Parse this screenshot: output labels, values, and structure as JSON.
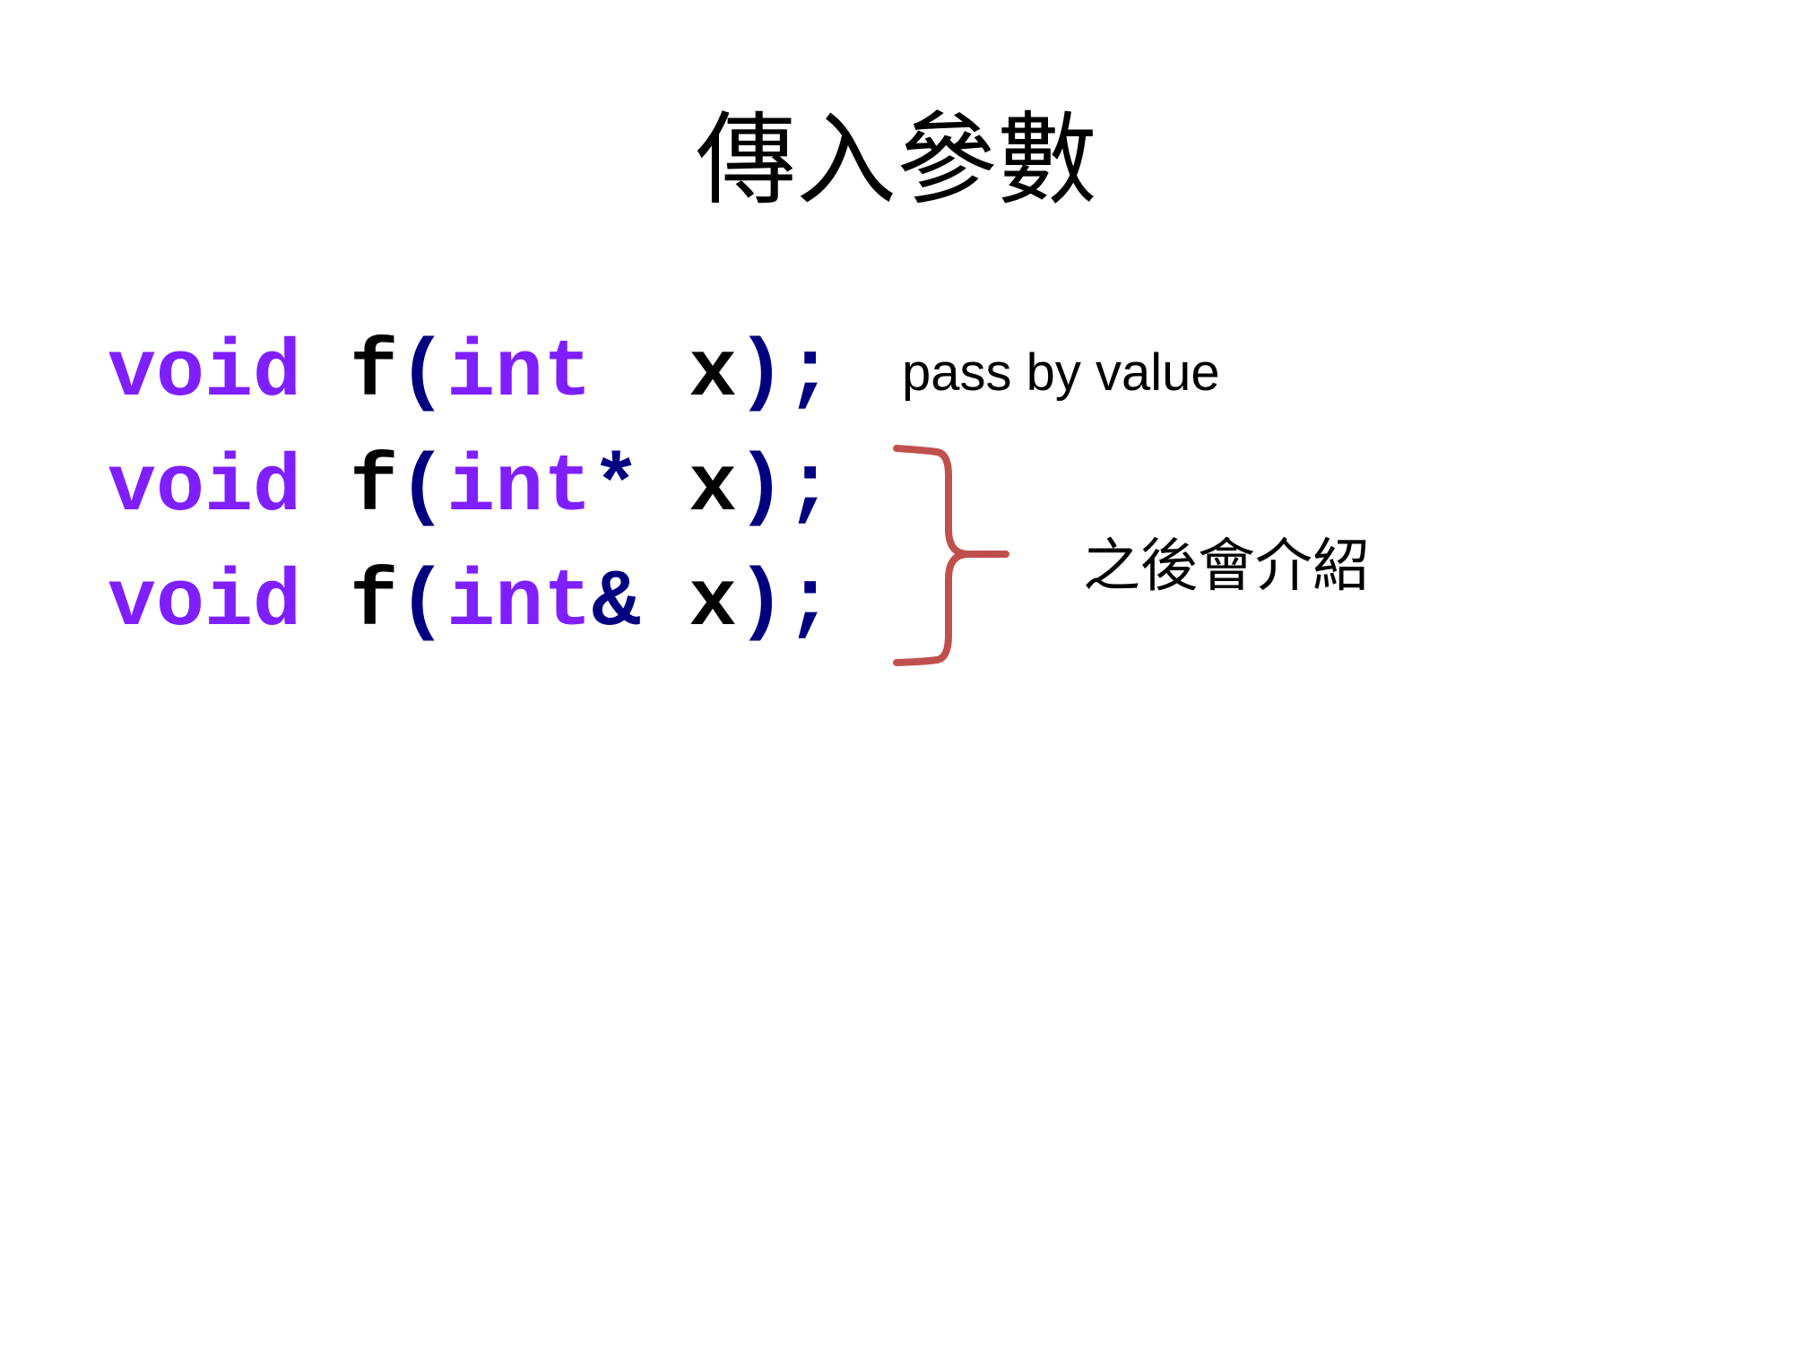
{
  "slide": {
    "title": "傳入參數",
    "code_lines": [
      {
        "kw1": "void",
        "name": "f",
        "open": "(",
        "type": "int",
        "mod": "",
        "var": "x",
        "close": ")",
        "semi": ";"
      },
      {
        "kw1": "void",
        "name": "f",
        "open": "(",
        "type": "int",
        "mod": "*",
        "var": "x",
        "close": ")",
        "semi": ";"
      },
      {
        "kw1": "void",
        "name": "f",
        "open": "(",
        "type": "int",
        "mod": "&",
        "var": "x",
        "close": ")",
        "semi": ";"
      }
    ],
    "pass_by_value_note": "pass by value",
    "later_note": "之後會介紹",
    "colors": {
      "keyword": "#7f1fff",
      "punctuation": "#000080",
      "brace": "#c0504d"
    }
  }
}
